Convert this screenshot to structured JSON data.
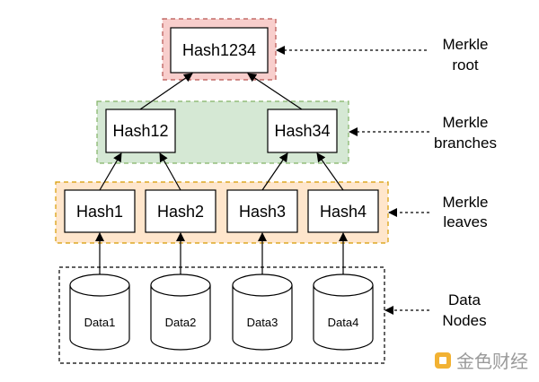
{
  "colors": {
    "root_fill": "#f8cecc",
    "root_stroke": "#b85450",
    "branches_fill": "#d5e8d4",
    "branches_stroke": "#82b366",
    "leaves_fill": "#ffe6cc",
    "leaves_stroke": "#d79b00",
    "line": "#000000",
    "watermark": "#f2b233"
  },
  "nodes": {
    "root": "Hash1234",
    "branch_left": "Hash12",
    "branch_right": "Hash34",
    "leaf1": "Hash1",
    "leaf2": "Hash2",
    "leaf3": "Hash3",
    "leaf4": "Hash4"
  },
  "data_nodes": [
    "Data1",
    "Data2",
    "Data3",
    "Data4"
  ],
  "labels": {
    "root": [
      "Merkle",
      "root"
    ],
    "branches": [
      "Merkle",
      "branches"
    ],
    "leaves": [
      "Merkle",
      "leaves"
    ],
    "data": [
      "Data",
      "Nodes"
    ]
  },
  "watermark": {
    "text": "金色财经",
    "icon": "golden-logo-icon"
  }
}
